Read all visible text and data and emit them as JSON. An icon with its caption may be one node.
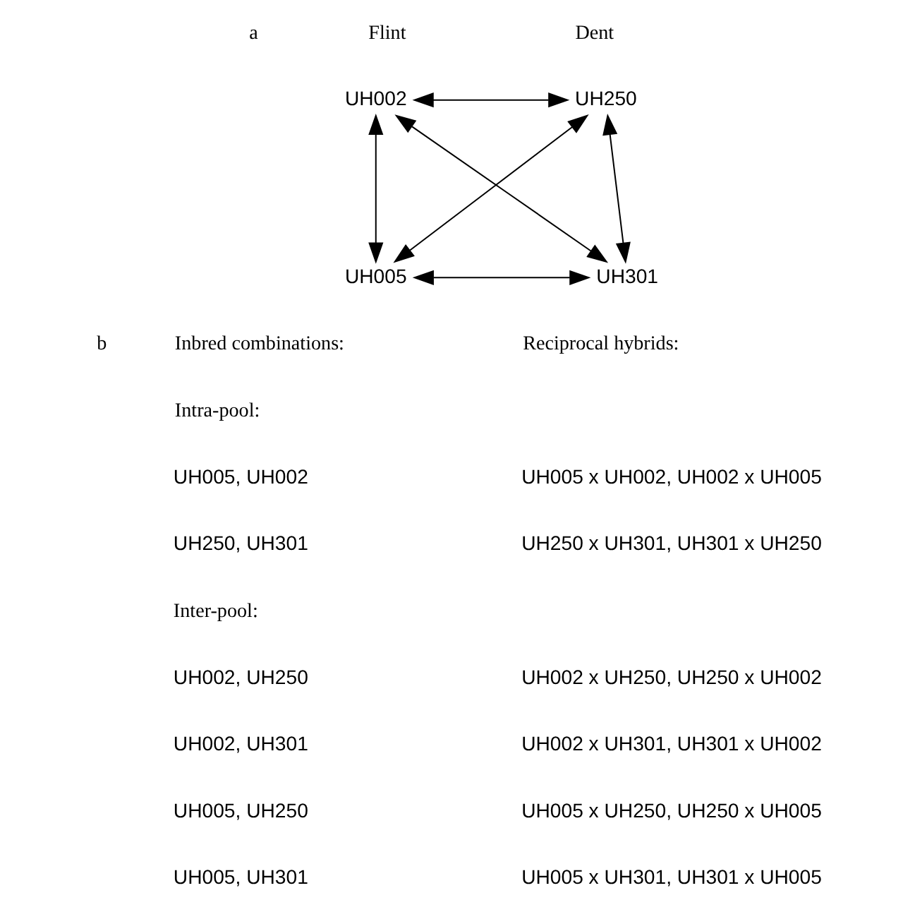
{
  "diagram": {
    "nodes": [
      {
        "text": [
          "UH002"
        ]
      },
      {
        "text": [
          "UH250"
        ]
      },
      {
        "text": [
          "UH005"
        ]
      },
      {
        "text": [
          "UH301"
        ]
      }
    ],
    "edges": [
      {
        "from": 0,
        "to": 1,
        "arrow": "both"
      },
      {
        "from": 0,
        "to": 2,
        "arrow": "both"
      },
      {
        "from": 1,
        "to": 3,
        "arrow": "both"
      },
      {
        "from": 0,
        "to": 3,
        "arrow": "both"
      },
      {
        "from": 1,
        "to": 2,
        "arrow": "both"
      },
      {
        "from": 2,
        "to": 3,
        "arrow": "both"
      }
    ],
    "labels": [
      "a",
      "Flint",
      "Dent",
      "b",
      "Inbred combinations:",
      "Reciprocal hybrids:",
      "Intra-pool:",
      "UH005, UH002",
      "UH005 x UH002, UH002 x UH005",
      "UH250, UH301",
      "UH250 x UH301, UH301 x UH250",
      "Inter-pool:",
      "UH002, UH250",
      "UH002 x UH250, UH250 x UH002",
      "UH002, UH301",
      "UH002 x UH301, UH301 x UH002",
      "UH005, UH250",
      "UH005 x UH250, UH250 x UH005",
      "UH005, UH301",
      "UH005 x UH301, UH301 x UH005"
    ]
  }
}
